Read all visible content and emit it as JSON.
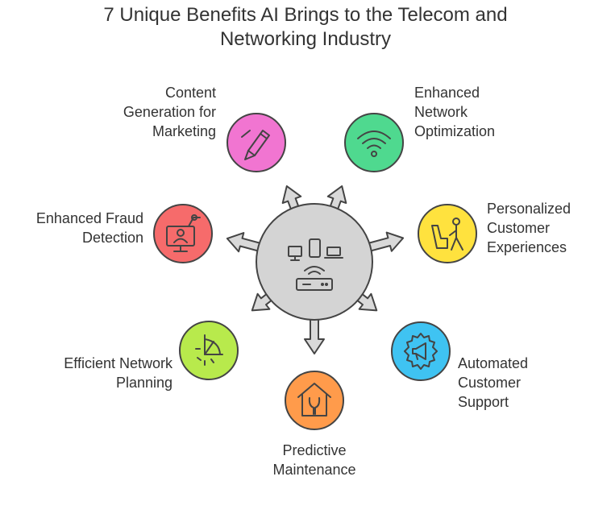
{
  "title": {
    "line1": "7 Unique Benefits AI Brings to the Telecom and",
    "line2": "Networking Industry"
  },
  "hub": {
    "icon": "network-devices-icon",
    "fill": "#d4d4d4"
  },
  "benefits": [
    {
      "id": "content-generation",
      "lines": [
        "Content",
        "Generation for",
        "Marketing"
      ],
      "icon": "pen-icon",
      "color": "#f175d1"
    },
    {
      "id": "network-optimization",
      "lines": [
        "Enhanced",
        "Network",
        "Optimization"
      ],
      "icon": "wifi-icon",
      "color": "#4fd98f"
    },
    {
      "id": "personalized-experiences",
      "lines": [
        "Personalized",
        "Customer",
        "Experiences"
      ],
      "icon": "person-chair-icon",
      "color": "#ffe23e"
    },
    {
      "id": "automated-support",
      "lines": [
        "Automated",
        "Customer",
        "Support"
      ],
      "icon": "gear-megaphone-icon",
      "color": "#3fc3f2"
    },
    {
      "id": "predictive-maintenance",
      "lines": [
        "Predictive",
        "Maintenance"
      ],
      "icon": "house-wrench-icon",
      "color": "#ff9b4b"
    },
    {
      "id": "network-planning",
      "lines": [
        "Efficient Network",
        "Planning"
      ],
      "icon": "radar-icon",
      "color": "#b8ea4c"
    },
    {
      "id": "fraud-detection",
      "lines": [
        "Enhanced Fraud",
        "Detection"
      ],
      "icon": "monitor-person-icon",
      "color": "#f66b6b"
    }
  ]
}
